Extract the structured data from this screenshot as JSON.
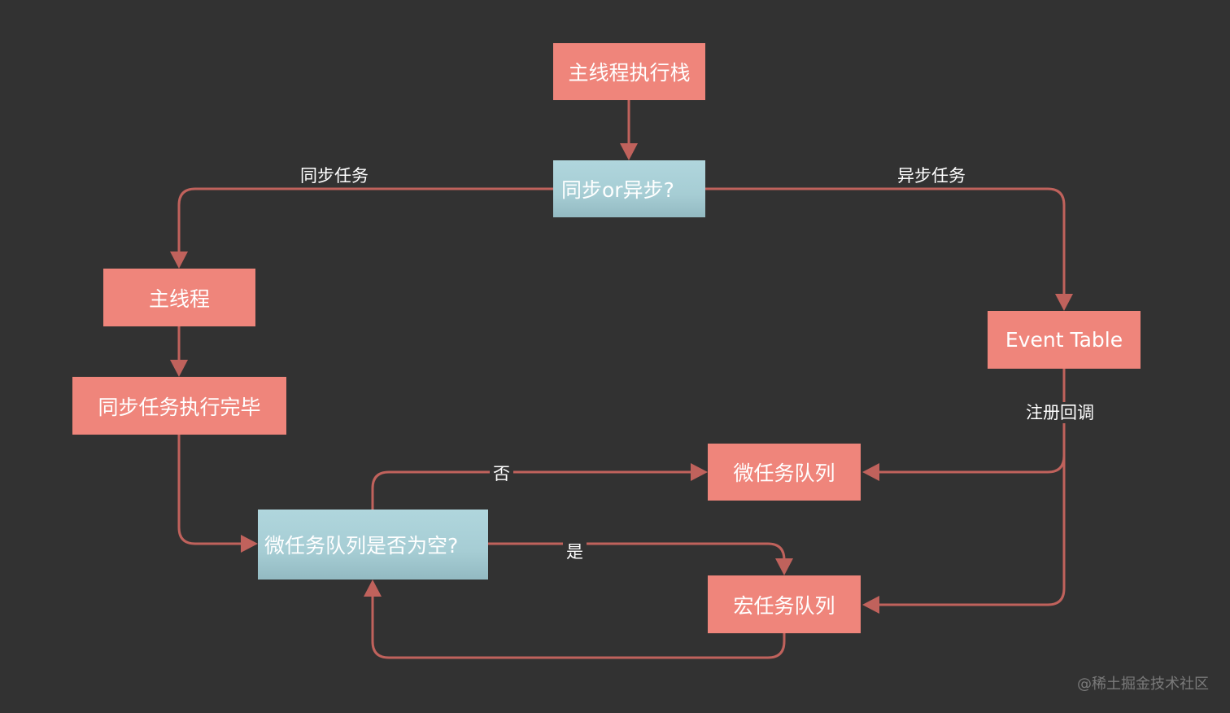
{
  "diagram": {
    "type": "flowchart",
    "title": "JS event loop",
    "colors": {
      "background": "#323232",
      "process_node": "#ef857b",
      "decision_node": "#a6cdd4",
      "edge": "#c0625c",
      "text": "#ffffff"
    },
    "nodes": {
      "main_stack": "主线程执行栈",
      "sync_or_async": "同步or异步?",
      "main_thread": "主线程",
      "sync_done": "同步任务执行完毕",
      "event_table": "Event Table",
      "micro_queue": "微任务队列",
      "is_micro_empty": "微任务队列是否为空?",
      "macro_queue": "宏任务队列"
    },
    "edge_labels": {
      "sync_task": "同步任务",
      "async_task": "异步任务",
      "register_callback": "注册回调",
      "no": "否",
      "yes": "是"
    },
    "edges": [
      {
        "from": "main_stack",
        "to": "sync_or_async",
        "label": ""
      },
      {
        "from": "sync_or_async",
        "to": "main_thread",
        "label": "同步任务"
      },
      {
        "from": "sync_or_async",
        "to": "event_table",
        "label": "异步任务"
      },
      {
        "from": "main_thread",
        "to": "sync_done",
        "label": ""
      },
      {
        "from": "sync_done",
        "to": "is_micro_empty",
        "label": ""
      },
      {
        "from": "event_table",
        "to": "micro_queue",
        "label": "注册回调"
      },
      {
        "from": "event_table",
        "to": "macro_queue",
        "label": "注册回调"
      },
      {
        "from": "is_micro_empty",
        "to": "micro_queue",
        "label": "否"
      },
      {
        "from": "is_micro_empty",
        "to": "macro_queue",
        "label": "是"
      },
      {
        "from": "macro_queue",
        "to": "is_micro_empty",
        "label": ""
      }
    ]
  },
  "watermark": "@稀土掘金技术社区"
}
